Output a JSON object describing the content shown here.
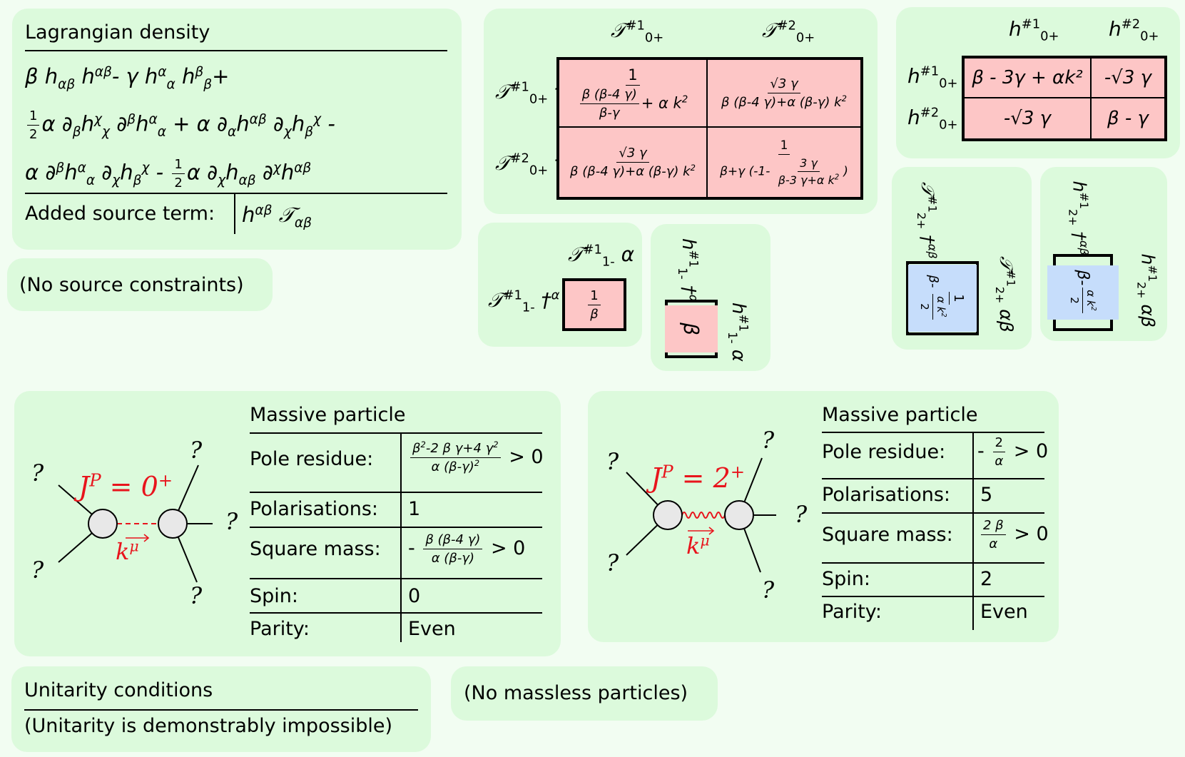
{
  "lagrangian": {
    "title": "Lagrangian density",
    "line1": "β h_αβ h^αβ - γ h^α_α h^β_β +",
    "line2": "½ α ∂_β h^χ_χ ∂^β h^α_α + α ∂_α h^αβ ∂_χ h_β^χ -",
    "line3": "α ∂^β h^α_α ∂_χ h_β^χ - ½ α ∂_χ h_αβ ∂^χ h^αβ",
    "source_label": "Added source term:",
    "source_term": "h^αβ 𝒯_αβ"
  },
  "constraints": {
    "text": "(No source constraints)"
  },
  "spin0_source": {
    "col1": "𝒯 #1 0+",
    "col2": "𝒯 #2 0+",
    "row1": "𝒯 #1 0+ †",
    "row2": "𝒯 #2 0+ †",
    "c11": "1 / (β(β-4γ)/(β-γ) + αk²)",
    "c12": "√3 γ / (β(β-4γ) + α(β-γ)k²)",
    "c21": "√3 γ / (β(β-4γ) + α(β-γ)k²)",
    "c22": "1 / (β + γ(-1 - 3γ/(β-3γ+αk²)))"
  },
  "spin0_field": {
    "col1": "h #1 0+",
    "col2": "h #2 0+",
    "row1": "h #1 0+ †",
    "row2": "h #2 0+ †",
    "c11": "β - 3γ + αk²",
    "c12": "-√3 γ",
    "c21": "-√3 γ",
    "c22": "β - γ"
  },
  "spin1_source": {
    "col": "𝒯 #1 1- α",
    "row": "𝒯 #1 1- †α",
    "value": "1/β"
  },
  "spin1_field": {
    "col": "h #1 1- †α",
    "row": "h #1 1- α",
    "value": "β"
  },
  "spin2_source": {
    "col": "𝒯 #1 2+ †αβ",
    "row": "𝒯 #1 2+ αβ",
    "value": "1/(β - αk²/2)"
  },
  "spin2_field": {
    "col": "h #1 2+ †αβ",
    "row": "h #1 2+ αβ",
    "value": "β - αk²/2"
  },
  "particle0": {
    "title": "Massive particle",
    "jp": "J^P = 0^+",
    "momentum": "k^μ",
    "q": "?",
    "rows": [
      {
        "label": "Pole residue:",
        "value": "(β² - 2βγ + 4γ²)/(α(β-γ)²) > 0"
      },
      {
        "label": "Polarisations:",
        "value": "1"
      },
      {
        "label": "Square mass:",
        "value": "- β(β-4γ)/(α(β-γ)) > 0"
      },
      {
        "label": "Spin:",
        "value": "0"
      },
      {
        "label": "Parity:",
        "value": "Even"
      }
    ]
  },
  "particle2": {
    "title": "Massive particle",
    "jp": "J^P = 2^+",
    "momentum": "k^μ",
    "q": "?",
    "rows": [
      {
        "label": "Pole residue:",
        "value": "- 2/α > 0"
      },
      {
        "label": "Polarisations:",
        "value": "5"
      },
      {
        "label": "Square mass:",
        "value": "2β/α > 0"
      },
      {
        "label": "Spin:",
        "value": "2"
      },
      {
        "label": "Parity:",
        "value": "Even"
      }
    ]
  },
  "unitarity": {
    "title": "Unitarity conditions",
    "text": "(Unitarity is demonstrably impossible)"
  },
  "massless": {
    "text": "(No massless particles)"
  },
  "colors": {
    "panel": "#dcfadc",
    "background": "#f2fdf2",
    "pink": "#fdc6c6",
    "blue": "#c6ddfb",
    "red": "#e8141c"
  }
}
